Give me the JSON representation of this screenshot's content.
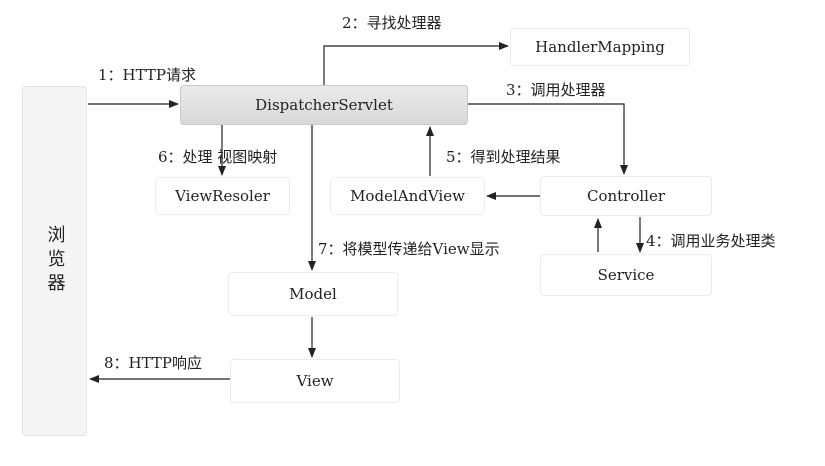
{
  "colors": {
    "line": "#222222",
    "dispatcher_fill": "#dddddd",
    "box_border": "#ececec"
  },
  "nodes": {
    "browser": "浏览器",
    "dispatcher": "DispatcherServlet",
    "handler_mapping": "HandlerMapping",
    "view_resolver": "ViewResoler",
    "model_and_view": "ModelAndView",
    "controller": "Controller",
    "service": "Service",
    "model": "Model",
    "view": "View"
  },
  "edges": {
    "step1": "1：HTTP请求",
    "step2": "2：寻找处理器",
    "step3": "3：调用处理器",
    "step4": "4：调用业务处理类",
    "step5": "5：得到处理结果",
    "step6": "6：处理 视图映射",
    "step7": "7：将模型传递给View显示",
    "step8": "8：HTTP响应"
  }
}
